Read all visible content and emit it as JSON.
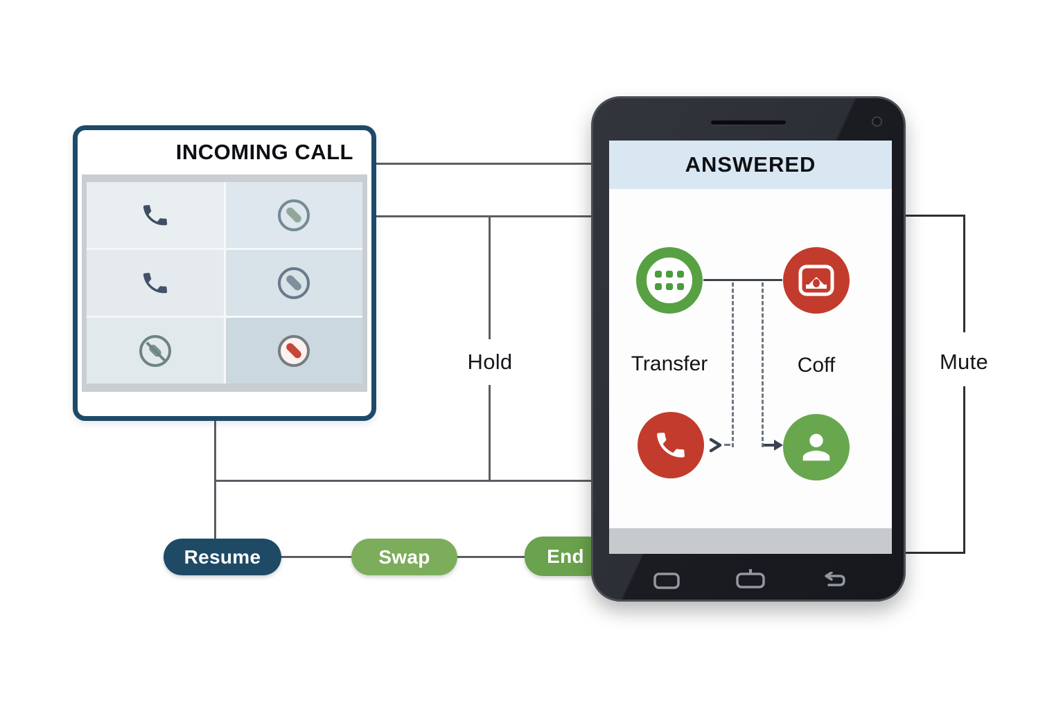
{
  "canvas": {
    "background": "#ffffff"
  },
  "left_panel": {
    "title": "INCOMING CALL",
    "icons": [
      {
        "name": "incoming-call-phone-icon"
      },
      {
        "name": "answer-call-circle-icon"
      },
      {
        "name": "active-call-phone-icon"
      },
      {
        "name": "hold-call-circle-icon"
      },
      {
        "name": "decline-call-circle-icon"
      },
      {
        "name": "end-call-circle-icon"
      }
    ]
  },
  "flow_labels": {
    "hold": "Hold",
    "mute": "Mute"
  },
  "phone": {
    "header": "ANSWERED",
    "actions": {
      "transfer_label": "Transfer",
      "conf_label": "Coff"
    },
    "icons": [
      {
        "name": "keypad-transfer-icon",
        "color": "#57a143"
      },
      {
        "name": "conference-voicemail-icon",
        "color": "#c33b2c"
      },
      {
        "name": "end-call-icon",
        "color": "#c33b2c"
      },
      {
        "name": "contact-person-icon",
        "color": "#68a74e"
      }
    ],
    "nav": [
      {
        "name": "recents-button"
      },
      {
        "name": "home-button"
      },
      {
        "name": "back-button"
      }
    ]
  },
  "buttons": {
    "resume": {
      "label": "Resume",
      "color": "#1e4a66"
    },
    "swap": {
      "label": "Swap",
      "color": "#7cad5b"
    },
    "end": {
      "label": "End",
      "color": "#6ba24d"
    }
  },
  "line_colors": {
    "connector": "#5a5e63",
    "bracket": "#2d2f31",
    "dashed": "#6e7680"
  }
}
